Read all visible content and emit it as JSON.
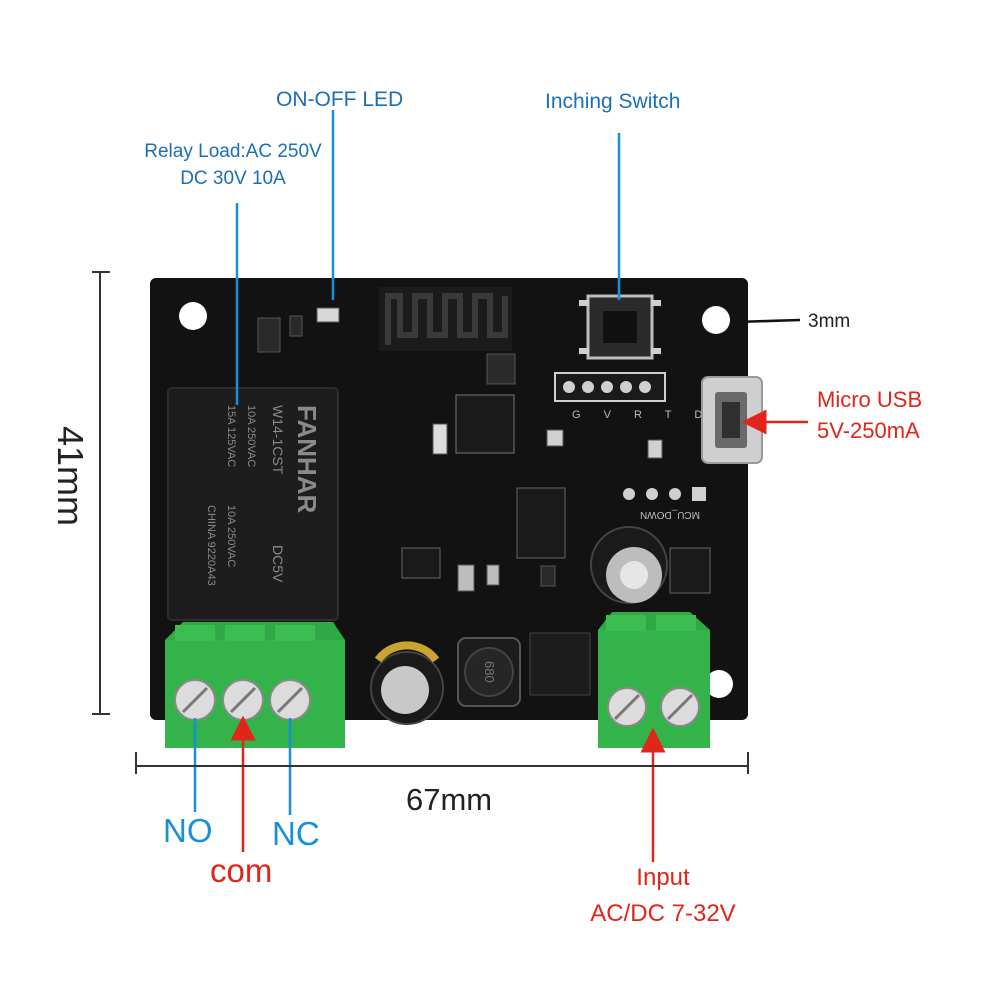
{
  "labels": {
    "relay_load_line1": "Relay Load:AC 250V",
    "relay_load_line2": "DC 30V 10A",
    "on_off_led": "ON-OFF LED",
    "inching_switch": "Inching Switch",
    "hole_size": "3mm",
    "micro_usb_line1": "Micro USB",
    "micro_usb_line2": "5V-250mA",
    "height_dim": "41mm",
    "width_dim": "67mm",
    "terminal_no": "NO",
    "terminal_com": "com",
    "terminal_nc": "NC",
    "input_line1": "Input",
    "input_line2": "AC/DC 7-32V"
  },
  "board_text": {
    "relay_brand": "FANHAR",
    "relay_model": "W14-1CST",
    "relay_coil": "DC5V",
    "relay_rating1": "10A 250VAC",
    "relay_rating2": "15A 125VAC",
    "relay_rating3": "10A 250VAC",
    "relay_origin": "CHINA 9220A43",
    "header_pins": "G V R T D",
    "mcu_label": "MCU_DOWN",
    "inductor_mark": "680"
  },
  "colors": {
    "board": "#121212",
    "terminal": "#33b34a",
    "annotation_blue": "#1a8fd8",
    "annotation_red": "#e0251b",
    "dimension_line": "#333333"
  }
}
